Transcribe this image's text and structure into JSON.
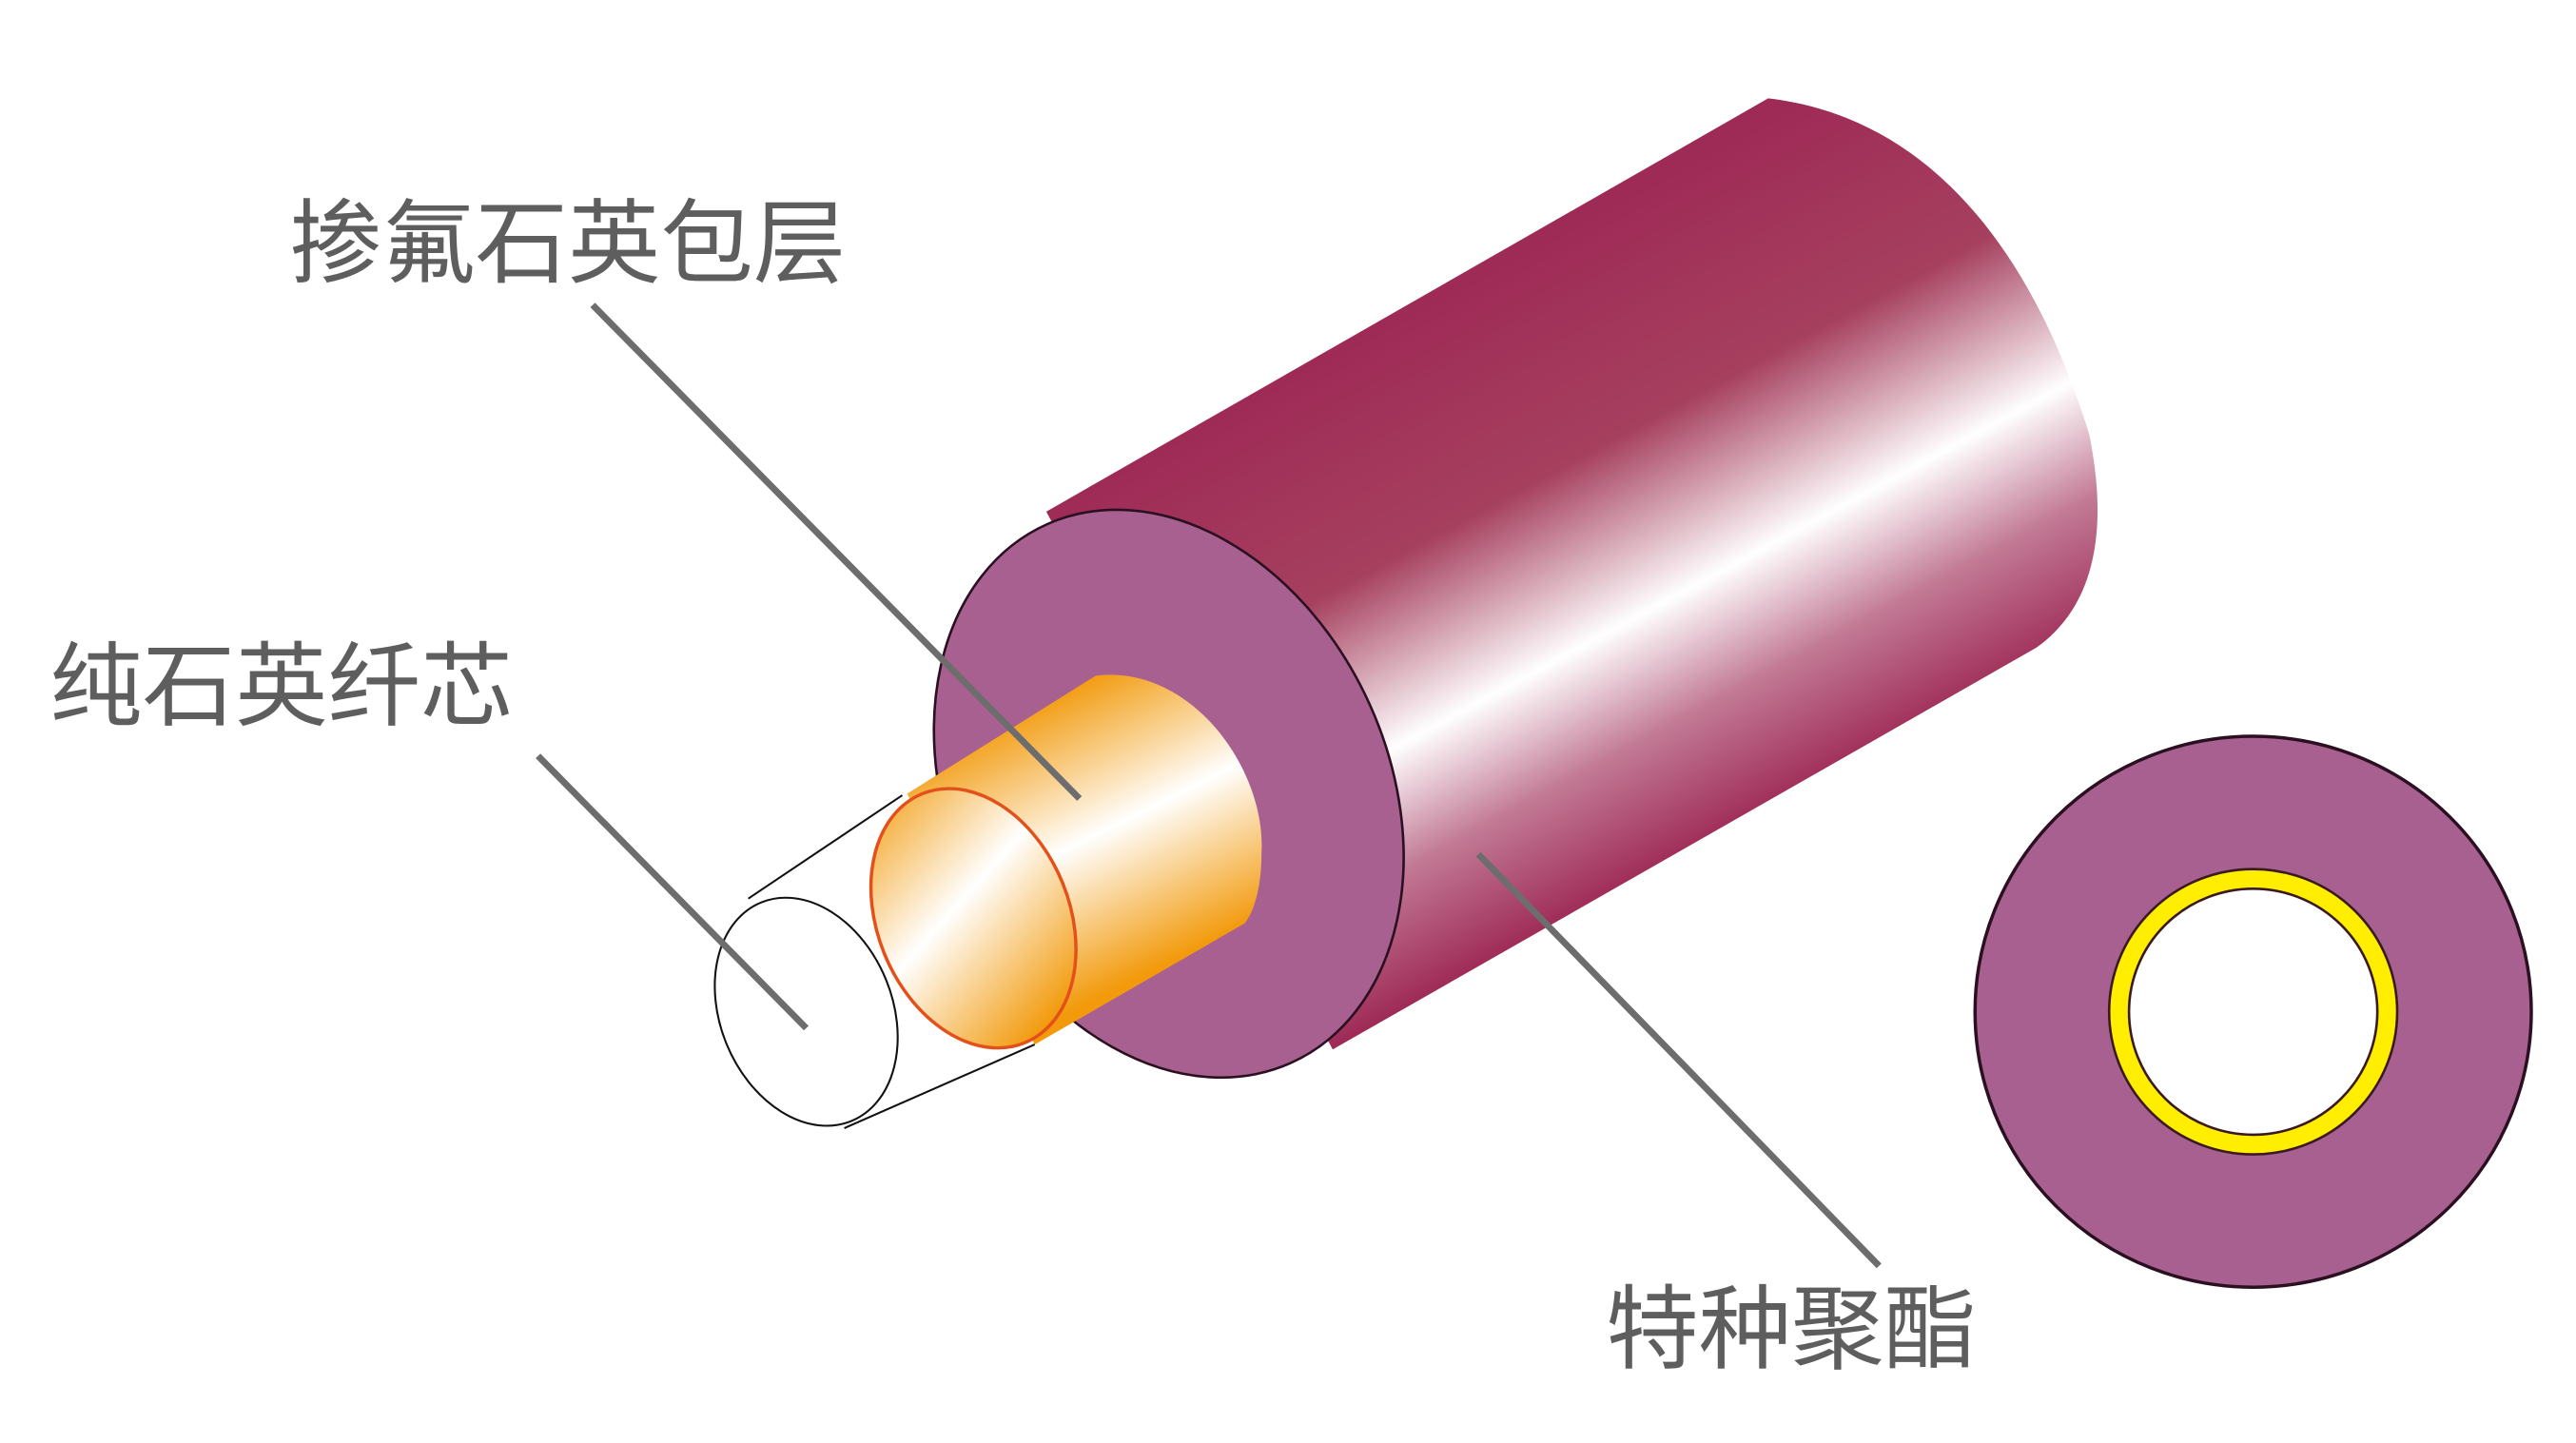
{
  "labels": {
    "cladding": "掺氟石英包层",
    "core": "纯石英纤芯",
    "coating": "特种聚酯"
  },
  "colors": {
    "coating": "#9e2a56",
    "coating_face": "#a86090",
    "cladding": "#f29a0c",
    "ring": "#ffee00",
    "leader": "#6d6d6d",
    "text": "#5e5e5e"
  }
}
